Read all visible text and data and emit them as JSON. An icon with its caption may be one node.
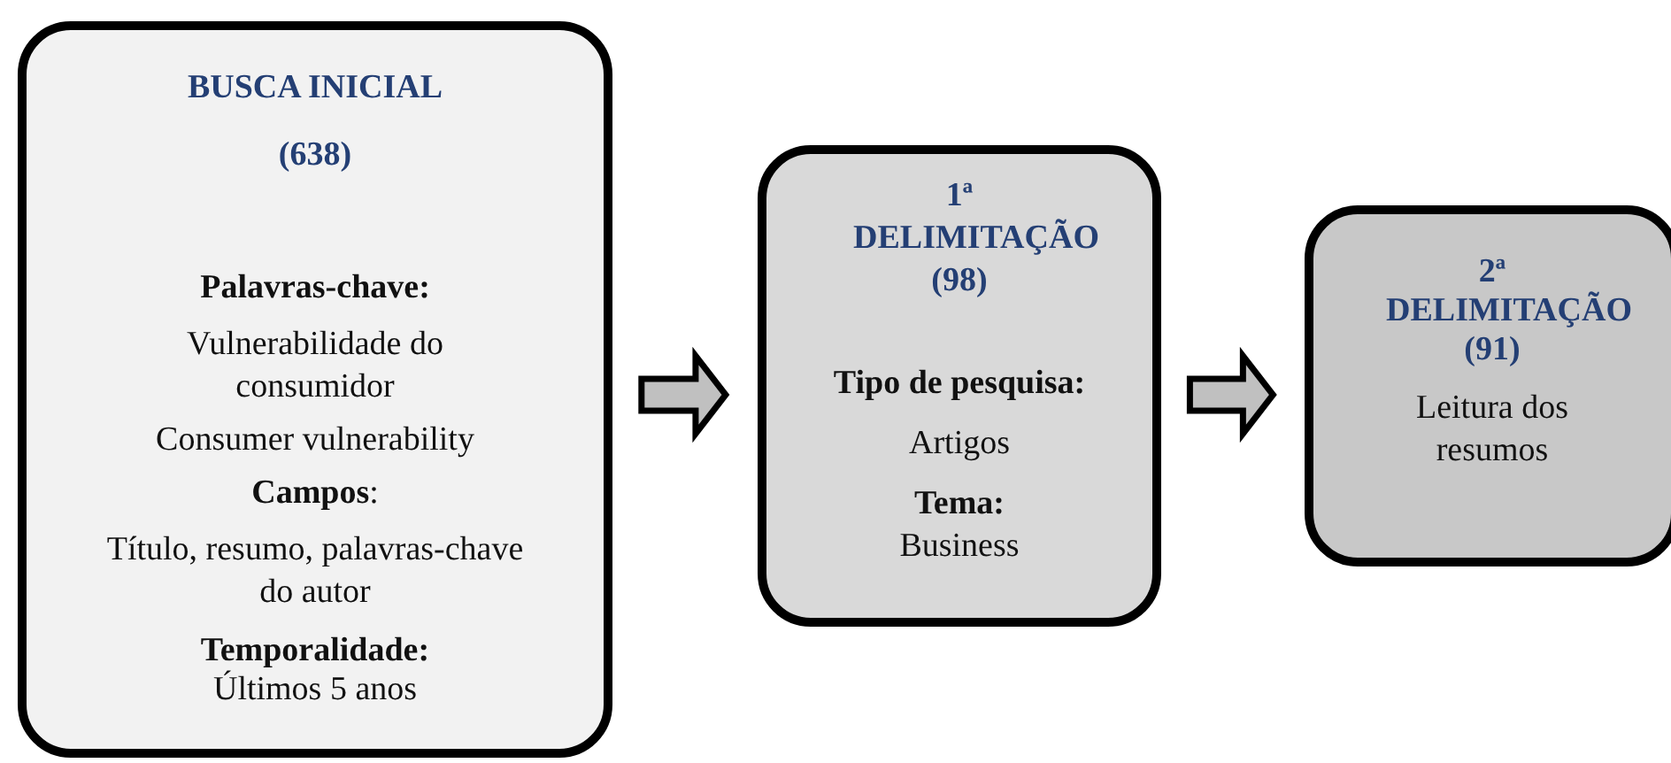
{
  "diagram": {
    "nodes": [
      {
        "text": [
          "BUSCA INICIAL (638)",
          "Palavras-chave:",
          "Vulnerabilidade do consumidor",
          "Consumer vulnerability",
          "**Campos**:",
          "Título, resumo, palavras-chave do autor",
          "Temporalidade:",
          "Últimos 5 anos"
        ]
      },
      {
        "text": [
          "1ª DELIMITAÇÃO (98)",
          "Tipo de pesquisa:",
          "Artigos",
          "Tema:",
          "Business"
        ]
      },
      {
        "text": [
          "2ª DELIMITAÇÃO (91)",
          "Leitura dos resumos"
        ]
      }
    ],
    "edges": [
      {
        "from": 0,
        "to": 1,
        "arrow": "to"
      },
      {
        "from": 1,
        "to": 2,
        "arrow": "to"
      }
    ]
  }
}
